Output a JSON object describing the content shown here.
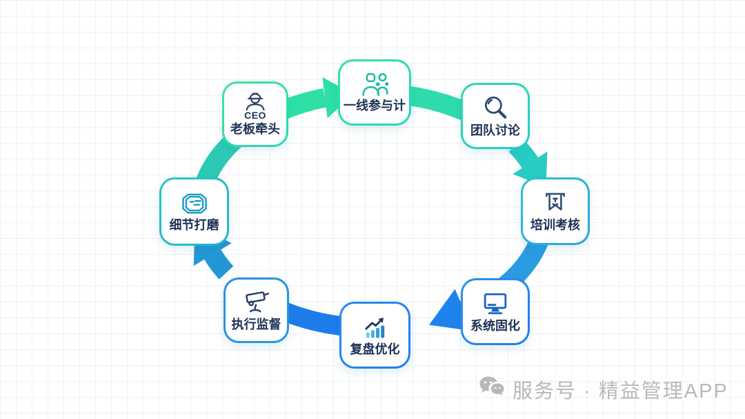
{
  "canvas": {
    "background": "#ffffff",
    "grid_line_color": "#eef1f4",
    "label_text_color": "#1D3055"
  },
  "cycle": {
    "nodes": [
      {
        "id": "boss",
        "label": "老板牵头",
        "sublabel": "CEO",
        "icon": "ceo-person-icon",
        "icon_color": "#2E4168",
        "border_from": "#3BE3A2",
        "border_to": "#26D8B2"
      },
      {
        "id": "frontline",
        "label": "一线参与计",
        "icon": "people-icon",
        "icon_color": "#1CBCA4",
        "border_from": "#35E3A4",
        "border_to": "#1FD8C0"
      },
      {
        "id": "discussion",
        "label": "团队讨论",
        "icon": "magnifier-icon",
        "icon_color": "#2B4A70",
        "border_from": "#2FD9AE",
        "border_to": "#23CBCB"
      },
      {
        "id": "training",
        "label": "培训考核",
        "icon": "bookmark-icon",
        "icon_color": "#2B4A70",
        "border_from": "#29C6CE",
        "border_to": "#2E9EE2"
      },
      {
        "id": "system",
        "label": "系统固化",
        "icon": "monitor-icon",
        "icon_color": "#1A64C8",
        "border_from": "#2F93E8",
        "border_to": "#1F7BF0"
      },
      {
        "id": "review",
        "label": "复盘优化",
        "icon": "bar-chart-trend-icon",
        "icon_color": "#1D3763",
        "bar_colors": [
          "#72CFDE",
          "#49B6D6",
          "#2F9ED2",
          "#1F86C8"
        ],
        "border_from": "#2A8BEB",
        "border_to": "#1F7DF0"
      },
      {
        "id": "supervision",
        "label": "执行监督",
        "icon": "cctv-camera-icon",
        "icon_color": "#27406C",
        "border_from": "#2E90E4",
        "border_to": "#2498D8"
      },
      {
        "id": "detail",
        "label": "细节打磨",
        "icon": "plaque-icon",
        "icon_color": "#1A9AC8",
        "border_from": "#27C9BE",
        "border_to": "#22B4D0"
      }
    ],
    "arrows": [
      {
        "name": "boss-to-frontline",
        "color": "#2EE0A6"
      },
      {
        "name": "frontline-to-discussion",
        "color": "#2FDBAC"
      },
      {
        "name": "discussion-to-training",
        "color": "#29CCC4"
      },
      {
        "name": "training-to-system",
        "color": "#2B9BE2"
      },
      {
        "name": "system-to-review",
        "color": "#1F83ED"
      },
      {
        "name": "review-to-supervision",
        "color": "#1D7CEA"
      },
      {
        "name": "supervision-to-detail",
        "color": "#2397D6"
      },
      {
        "name": "detail-to-boss",
        "color": "#2CC9B4"
      }
    ]
  },
  "watermark": {
    "icon": "wechat-icon",
    "text": "服务号 · 精益管理APP",
    "color": "#b6b9bc"
  }
}
